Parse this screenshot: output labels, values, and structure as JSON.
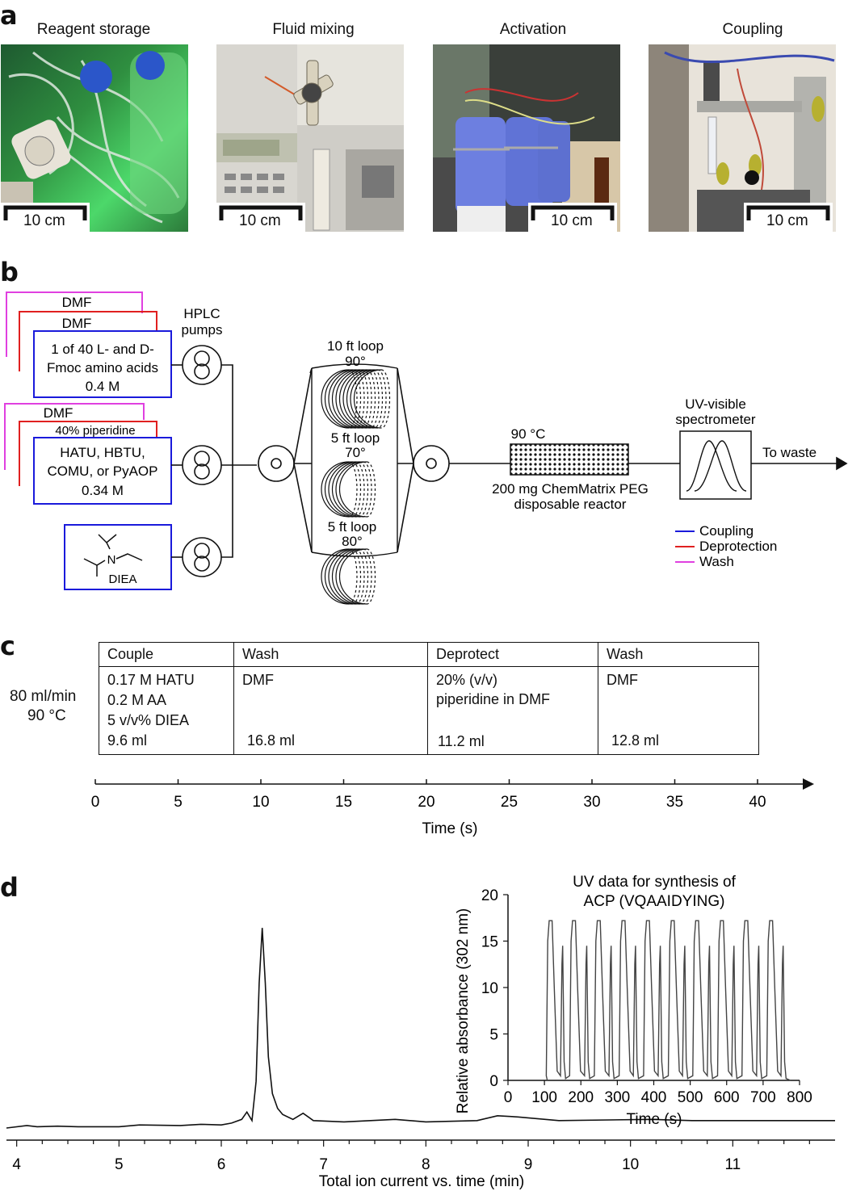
{
  "panels": {
    "a": "a",
    "b": "b",
    "c": "c",
    "d": "d"
  },
  "panel_a": {
    "photos": [
      {
        "title": "Reagent storage",
        "scale": "10 cm"
      },
      {
        "title": "Fluid mixing",
        "scale": "10 cm"
      },
      {
        "title": "Activation",
        "scale": "10 cm"
      },
      {
        "title": "Coupling",
        "scale": "10 cm"
      }
    ]
  },
  "panel_b": {
    "hplc_label_1": "HPLC",
    "hplc_label_2": "pumps",
    "box1": {
      "dmf_outer": "DMF",
      "dmf_inner": "DMF",
      "line1": "1 of 40 L- and D-",
      "line2": "Fmoc amino acids",
      "line3": "0.4 M"
    },
    "box2": {
      "dmf": "DMF",
      "piperidine": "40% piperidine",
      "line1": "HATU, HBTU,",
      "line2": "COMU, or PyAOP",
      "line3": "0.34 M"
    },
    "box3": {
      "atom": "N",
      "label": "DIEA"
    },
    "loops": [
      {
        "l1": "10 ft loop",
        "l2": "90°"
      },
      {
        "l1": "5 ft loop",
        "l2": "70°"
      },
      {
        "l1": "5 ft loop",
        "l2": "80°"
      }
    ],
    "reactor_temp": "90 °C",
    "reactor_l1": "200 mg ChemMatrix PEG",
    "reactor_l2": "disposable reactor",
    "uv_l1": "UV-visible",
    "uv_l2": "spectrometer",
    "to_waste": "To waste",
    "legend": [
      {
        "label": "Coupling",
        "color": "#1a1adb"
      },
      {
        "label": "Deprotection",
        "color": "#e02020"
      },
      {
        "label": "Wash",
        "color": "#e040e0"
      }
    ]
  },
  "panel_c": {
    "flow": "80 ml/min",
    "temp": "90 °C",
    "headers": [
      "Couple",
      "Wash",
      "Deprotect",
      "Wash"
    ],
    "contents": [
      [
        "0.17 M HATU",
        "0.2 M AA",
        "5 v/v% DIEA"
      ],
      [
        "DMF"
      ],
      [
        "20% (v/v)",
        "piperidine in DMF"
      ],
      [
        "DMF"
      ]
    ],
    "volumes": [
      "9.6 ml",
      "16.8 ml",
      "11.2 ml",
      "12.8 ml"
    ],
    "axis_ticks": [
      "0",
      "5",
      "10",
      "15",
      "20",
      "25",
      "30",
      "35",
      "40"
    ],
    "axis_label": "Time (s)"
  },
  "chart_data": [
    {
      "type": "line",
      "title": "",
      "xlabel": "Total ion current vs. time (min)",
      "ylabel": "",
      "xlim": [
        3.9,
        12.0
      ],
      "xticks": [
        "4",
        "5",
        "6",
        "7",
        "8",
        "9",
        "10",
        "11"
      ],
      "x": [
        3.9,
        4.1,
        4.2,
        4.4,
        4.6,
        5.0,
        5.2,
        5.6,
        5.8,
        6.0,
        6.1,
        6.2,
        6.25,
        6.3,
        6.34,
        6.37,
        6.4,
        6.43,
        6.46,
        6.5,
        6.55,
        6.6,
        6.7,
        6.8,
        6.9,
        7.2,
        7.7,
        8.0,
        8.5,
        8.7,
        8.9,
        9.3,
        10.2,
        10.6,
        11.4,
        12.0
      ],
      "y": [
        0.2,
        0.4,
        0.3,
        0.35,
        0.3,
        0.3,
        0.45,
        0.4,
        0.5,
        0.45,
        0.6,
        0.9,
        1.5,
        0.8,
        4.0,
        12.0,
        16.5,
        12.0,
        6.0,
        3.0,
        1.8,
        1.3,
        0.9,
        1.4,
        0.8,
        0.7,
        0.9,
        0.7,
        0.8,
        1.2,
        1.1,
        0.8,
        0.9,
        0.8,
        0.8,
        0.8
      ]
    },
    {
      "type": "line",
      "title": "UV data for synthesis of ACP (VQAAIDYING)",
      "xlabel": "Time (s)",
      "ylabel": "Relative absorbance (302 nm)",
      "xlim": [
        0,
        800
      ],
      "ylim": [
        0,
        20
      ],
      "xticks": [
        "0",
        "100",
        "200",
        "300",
        "400",
        "500",
        "600",
        "700",
        "800"
      ],
      "yticks": [
        "0",
        "5",
        "10",
        "15",
        "20"
      ],
      "peaks": [
        {
          "x": 113,
          "y": 17.2
        },
        {
          "x": 177,
          "y": 17.2
        },
        {
          "x": 245,
          "y": 17.2
        },
        {
          "x": 313,
          "y": 17.2
        },
        {
          "x": 380,
          "y": 17.2
        },
        {
          "x": 448,
          "y": 17.2
        },
        {
          "x": 515,
          "y": 17.2
        },
        {
          "x": 583,
          "y": 17.2
        },
        {
          "x": 650,
          "y": 17.2
        },
        {
          "x": 718,
          "y": 17.2
        }
      ],
      "secondary_peaks": [
        {
          "x": 150,
          "y": 14.5
        },
        {
          "x": 216,
          "y": 14.5
        },
        {
          "x": 283,
          "y": 14.5
        },
        {
          "x": 350,
          "y": 14.5
        },
        {
          "x": 418,
          "y": 14.5
        },
        {
          "x": 485,
          "y": 14.5
        },
        {
          "x": 553,
          "y": 14.5
        },
        {
          "x": 620,
          "y": 14.5
        },
        {
          "x": 688,
          "y": 14.5
        },
        {
          "x": 755,
          "y": 14.5
        }
      ]
    }
  ]
}
